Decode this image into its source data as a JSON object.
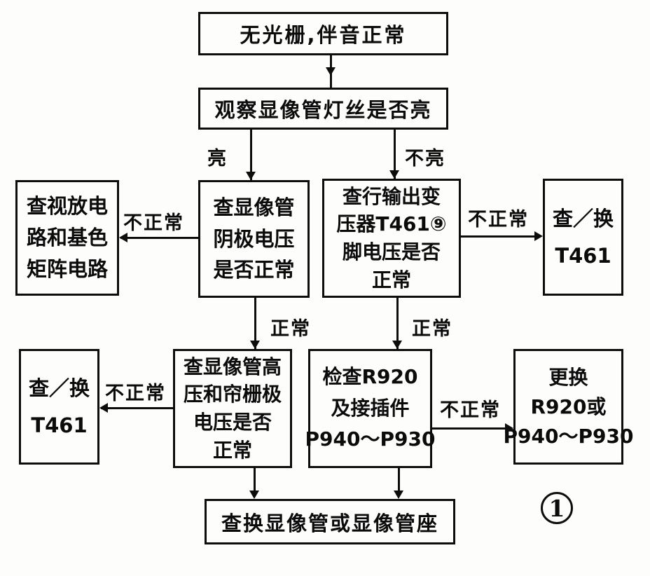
{
  "flowchart": {
    "boxes": {
      "start": {
        "lines": [
          "无光栅,伴音正常"
        ]
      },
      "observe": {
        "lines": [
          "观察显像管灯丝是否亮"
        ]
      },
      "video_amp": {
        "lines": [
          "查视放电",
          "路和基色",
          "矩阵电路"
        ]
      },
      "cathode": {
        "lines": [
          "查显像管",
          "阴极电压",
          "是否正常"
        ]
      },
      "flyback": {
        "lines": [
          "查行输出变",
          "压器T461⑨",
          "脚电压是否",
          "正常"
        ]
      },
      "t461_right": {
        "lines": [
          "查／换",
          "T461"
        ]
      },
      "t461_left": {
        "lines": [
          "查／换",
          "T461"
        ]
      },
      "high_voltage": {
        "lines": [
          "查显像管高",
          "压和帘栅极",
          "电压是否",
          "正常"
        ]
      },
      "r920": {
        "lines": [
          "检查R920",
          "及接插件",
          "P940～P930"
        ]
      },
      "replace_r920": {
        "lines": [
          "更换",
          "R920或",
          "P940～P930"
        ]
      },
      "crt_socket": {
        "lines": [
          "查换显像管或显像管座"
        ]
      }
    },
    "edges": [
      {
        "from": "start",
        "to": "observe",
        "label": ""
      },
      {
        "from": "observe",
        "to": "cathode",
        "label": "亮"
      },
      {
        "from": "observe",
        "to": "flyback",
        "label": "不亮"
      },
      {
        "from": "cathode",
        "to": "video_amp",
        "label": "不正常"
      },
      {
        "from": "flyback",
        "to": "t461_right",
        "label": "不正常"
      },
      {
        "from": "cathode",
        "to": "high_voltage",
        "label": "正常"
      },
      {
        "from": "flyback",
        "to": "r920",
        "label": "正常"
      },
      {
        "from": "high_voltage",
        "to": "t461_left",
        "label": "不正常"
      },
      {
        "from": "r920",
        "to": "replace_r920",
        "label": "不正常"
      },
      {
        "from": "high_voltage",
        "to": "crt_socket",
        "label": ""
      },
      {
        "from": "r920",
        "to": "crt_socket",
        "label": ""
      }
    ],
    "page_badge": "1",
    "line_color": "#0d0d0d"
  }
}
